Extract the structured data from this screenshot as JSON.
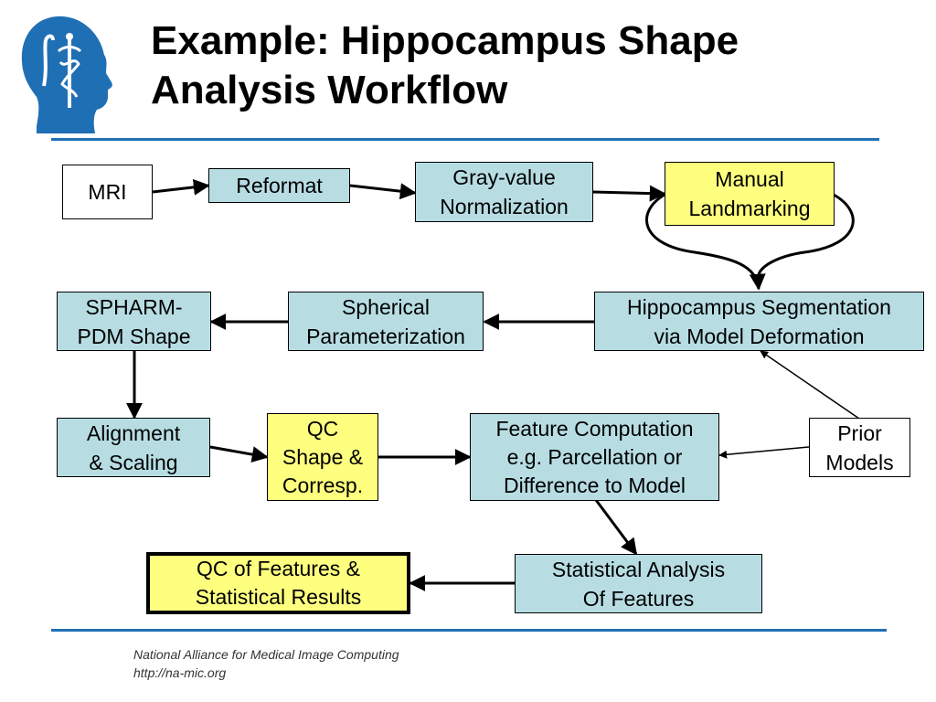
{
  "title_lines": [
    "Example: Hippocampus Shape",
    "Analysis Workflow"
  ],
  "footer": {
    "org": "National Alliance for Medical Image Computing",
    "url": "http://na-mic.org"
  },
  "colors": {
    "process_fill": "#b7dde3",
    "qc_fill": "#ffff7f",
    "input_fill": "#ffffff",
    "rule": "#1f6fb4"
  },
  "logo_icon": "head-caduceus-icon",
  "nodes": {
    "mri": [
      "MRI"
    ],
    "reformat": [
      "Reformat"
    ],
    "normalization": [
      "Gray-value",
      "Normalization"
    ],
    "landmarking": [
      "Manual",
      "Landmarking"
    ],
    "segmentation": [
      "Hippocampus Segmentation",
      "via Model Deformation"
    ],
    "parameterization": [
      "Spherical",
      "Parameterization"
    ],
    "spharm": [
      "SPHARM-",
      "PDM Shape"
    ],
    "alignment": [
      "Alignment",
      "& Scaling"
    ],
    "qc_shape": [
      "QC",
      "Shape &",
      "Corresp."
    ],
    "features": [
      "Feature Computation",
      "e.g. Parcellation or",
      "Difference to Model"
    ],
    "prior": [
      "Prior",
      "Models"
    ],
    "stats": [
      "Statistical Analysis",
      "Of Features"
    ],
    "qc_results": [
      "QC of Features &",
      "Statistical Results"
    ]
  }
}
